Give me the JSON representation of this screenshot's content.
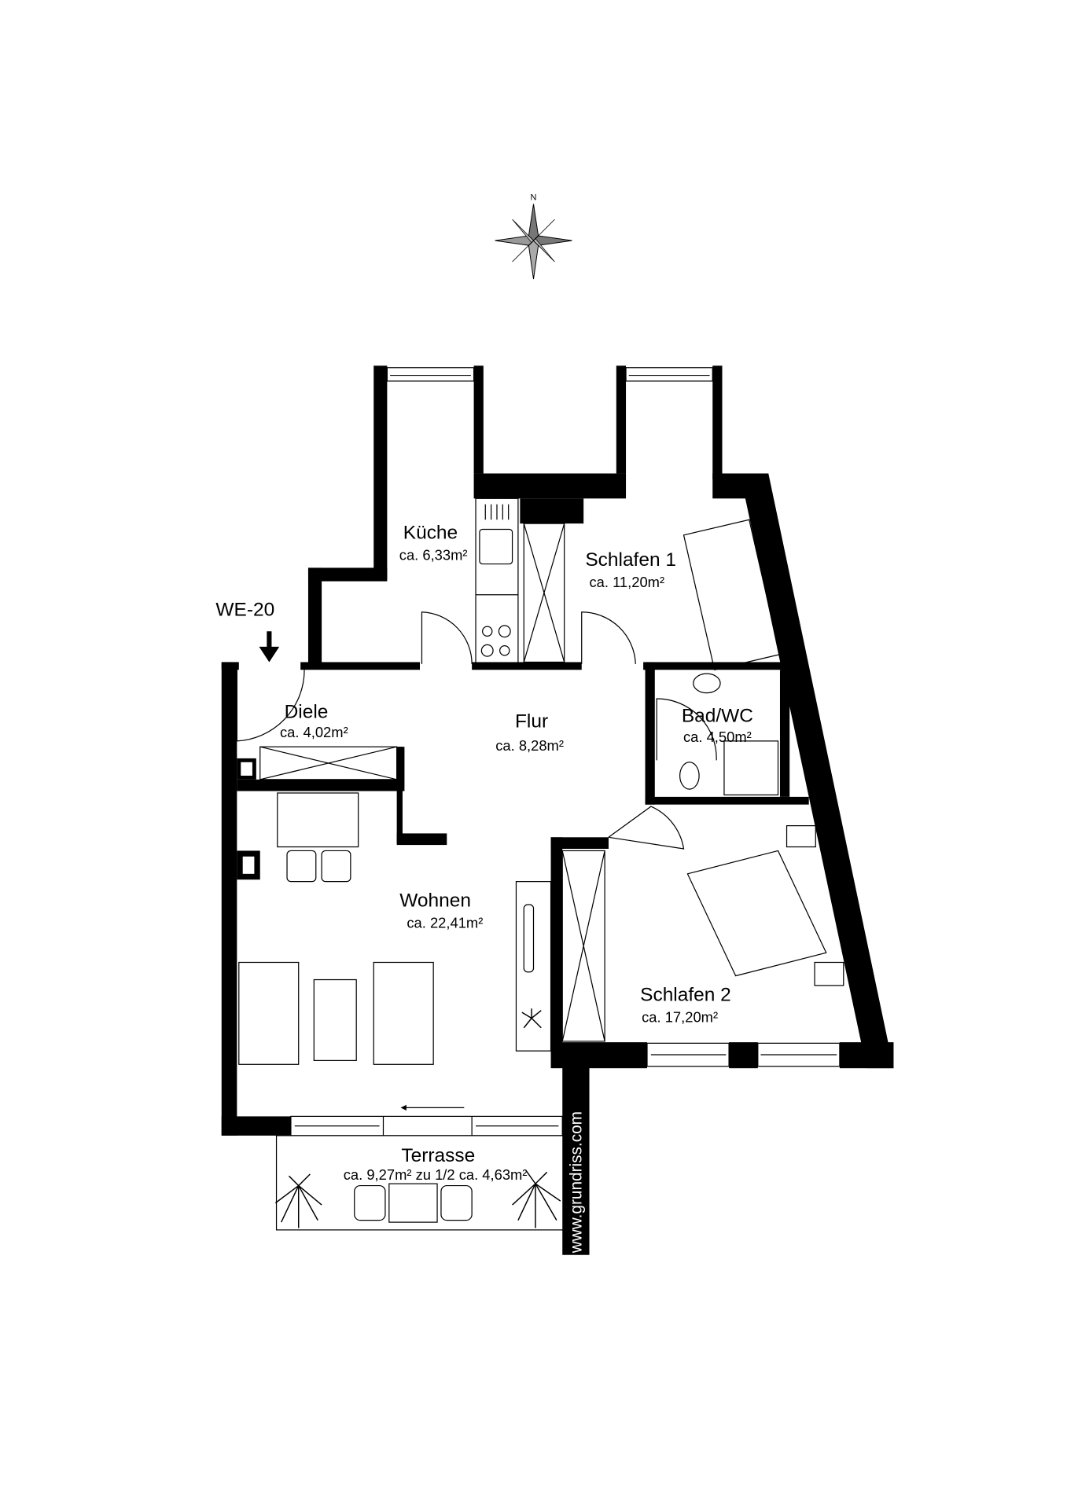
{
  "compass": {
    "north_label": "N"
  },
  "unit": {
    "label": "WE-20"
  },
  "rooms": [
    {
      "name": "Küche",
      "area": "ca. 6,33m²"
    },
    {
      "name": "Schlafen 1",
      "area": "ca. 11,20m²"
    },
    {
      "name": "Diele",
      "area": "ca. 4,02m²"
    },
    {
      "name": "Flur",
      "area": "ca. 8,28m²"
    },
    {
      "name": "Bad/WC",
      "area": "ca. 4,50m²"
    },
    {
      "name": "Wohnen",
      "area": "ca. 22,41m²"
    },
    {
      "name": "Schlafen 2",
      "area": "ca. 17,20m²"
    },
    {
      "name": "Terrasse",
      "area": "ca. 9,27m² zu 1/2 ca. 4,63m²"
    }
  ],
  "watermark": "www.grundriss.com"
}
